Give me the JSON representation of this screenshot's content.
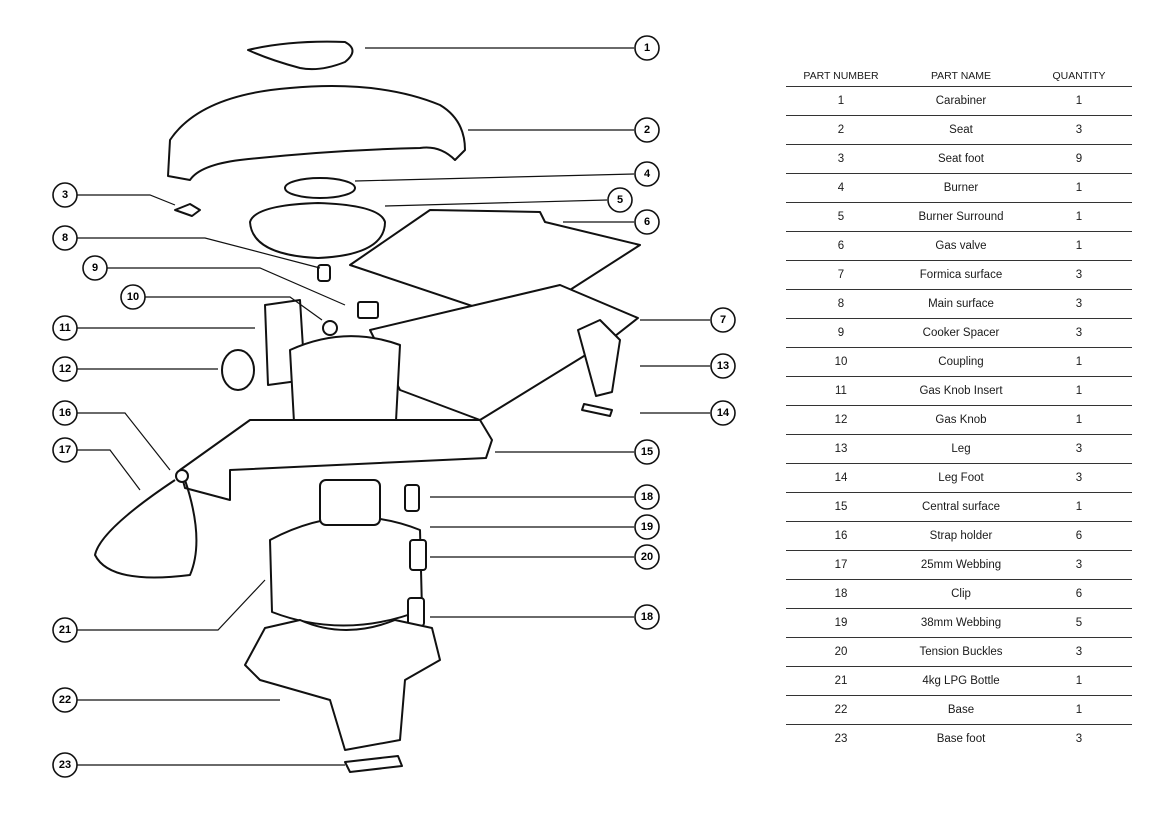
{
  "table": {
    "headers": {
      "number": "PART NUMBER",
      "name": "PART NAME",
      "quantity": "QUANTITY"
    },
    "rows": [
      {
        "number": "1",
        "name": "Carabiner",
        "quantity": "1"
      },
      {
        "number": "2",
        "name": "Seat",
        "quantity": "3"
      },
      {
        "number": "3",
        "name": "Seat foot",
        "quantity": "9"
      },
      {
        "number": "4",
        "name": "Burner",
        "quantity": "1"
      },
      {
        "number": "5",
        "name": "Burner Surround",
        "quantity": "1"
      },
      {
        "number": "6",
        "name": "Gas valve",
        "quantity": "1"
      },
      {
        "number": "7",
        "name": "Formica surface",
        "quantity": "3"
      },
      {
        "number": "8",
        "name": "Main surface",
        "quantity": "3"
      },
      {
        "number": "9",
        "name": "Cooker Spacer",
        "quantity": "3"
      },
      {
        "number": "10",
        "name": "Coupling",
        "quantity": "1"
      },
      {
        "number": "11",
        "name": "Gas Knob Insert",
        "quantity": "1"
      },
      {
        "number": "12",
        "name": "Gas Knob",
        "quantity": "1"
      },
      {
        "number": "13",
        "name": "Leg",
        "quantity": "3"
      },
      {
        "number": "14",
        "name": "Leg Foot",
        "quantity": "3"
      },
      {
        "number": "15",
        "name": "Central surface",
        "quantity": "1"
      },
      {
        "number": "16",
        "name": "Strap holder",
        "quantity": "6"
      },
      {
        "number": "17",
        "name": "25mm Webbing",
        "quantity": "3"
      },
      {
        "number": "18",
        "name": "Clip",
        "quantity": "6"
      },
      {
        "number": "19",
        "name": "38mm Webbing",
        "quantity": "5"
      },
      {
        "number": "20",
        "name": "Tension Buckles",
        "quantity": "3"
      },
      {
        "number": "21",
        "name": "4kg LPG Bottle",
        "quantity": "1"
      },
      {
        "number": "22",
        "name": "Base",
        "quantity": "1"
      },
      {
        "number": "23",
        "name": "Base foot",
        "quantity": "3"
      }
    ]
  },
  "callouts": [
    "1",
    "2",
    "3",
    "4",
    "5",
    "6",
    "7",
    "8",
    "9",
    "10",
    "11",
    "12",
    "13",
    "14",
    "15",
    "16",
    "17",
    "18",
    "19",
    "20",
    "21",
    "18",
    "22",
    "23"
  ]
}
